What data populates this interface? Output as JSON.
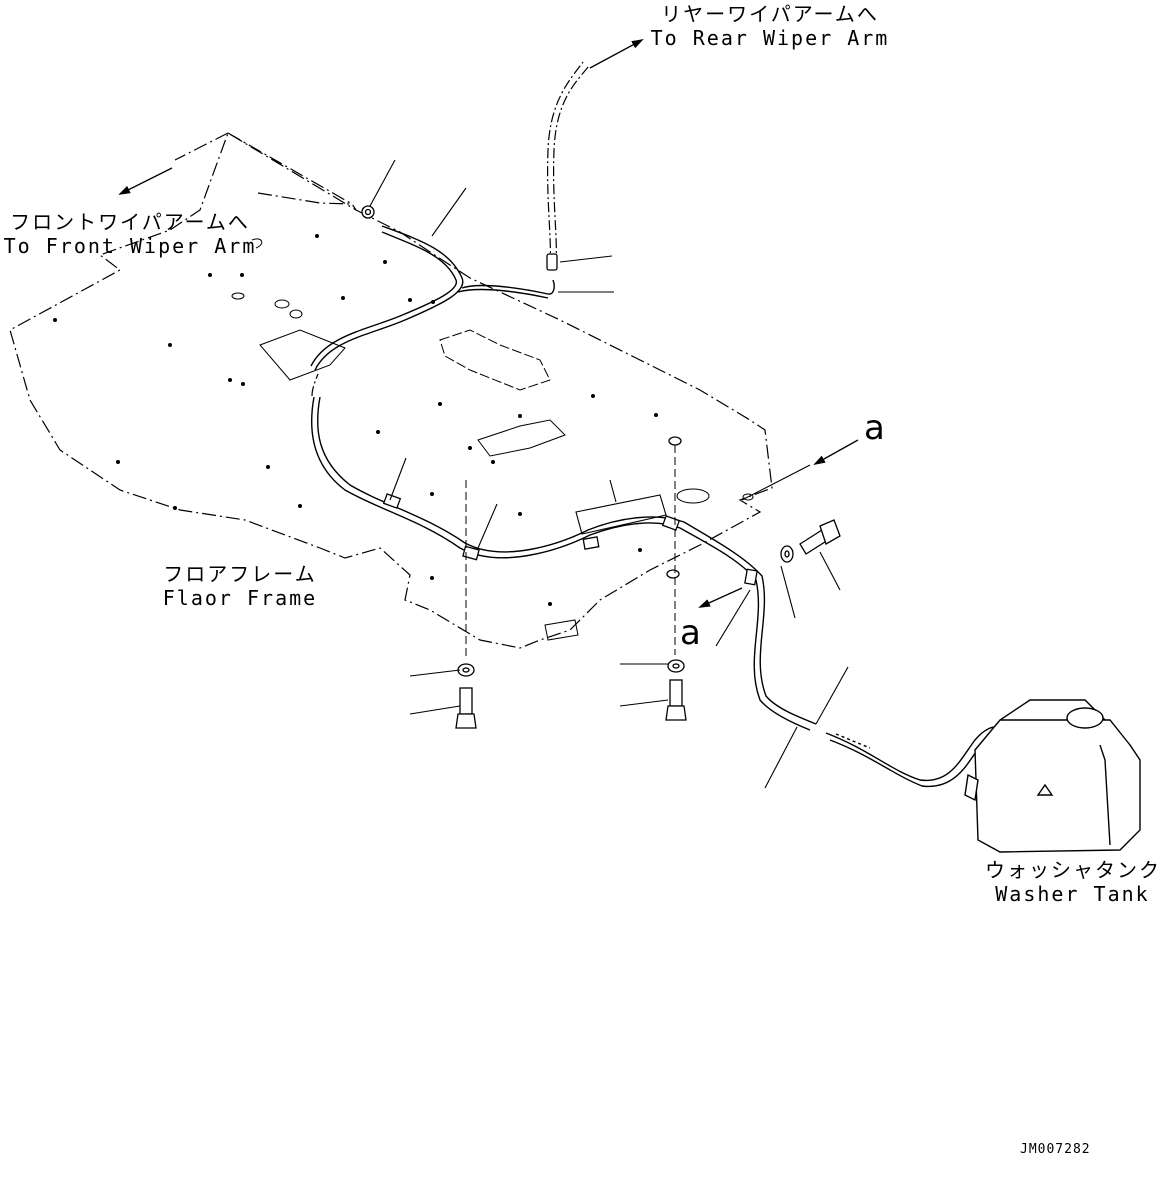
{
  "labels": {
    "rear_jp": "リヤーワイパアームへ",
    "rear_en": "To Rear Wiper Arm",
    "front_jp": "フロントワイパアームへ",
    "front_en": "To Front Wiper Arm",
    "floor_jp": "フロアフレーム",
    "floor_en": "Flaor Frame",
    "tank_jp": "ウォッシャタンク",
    "tank_en": "Washer Tank",
    "view_a_top": "a",
    "view_a_bottom": "a",
    "drawing_code": "JM007282"
  },
  "colors": {
    "line": "#000000",
    "background": "#ffffff"
  }
}
